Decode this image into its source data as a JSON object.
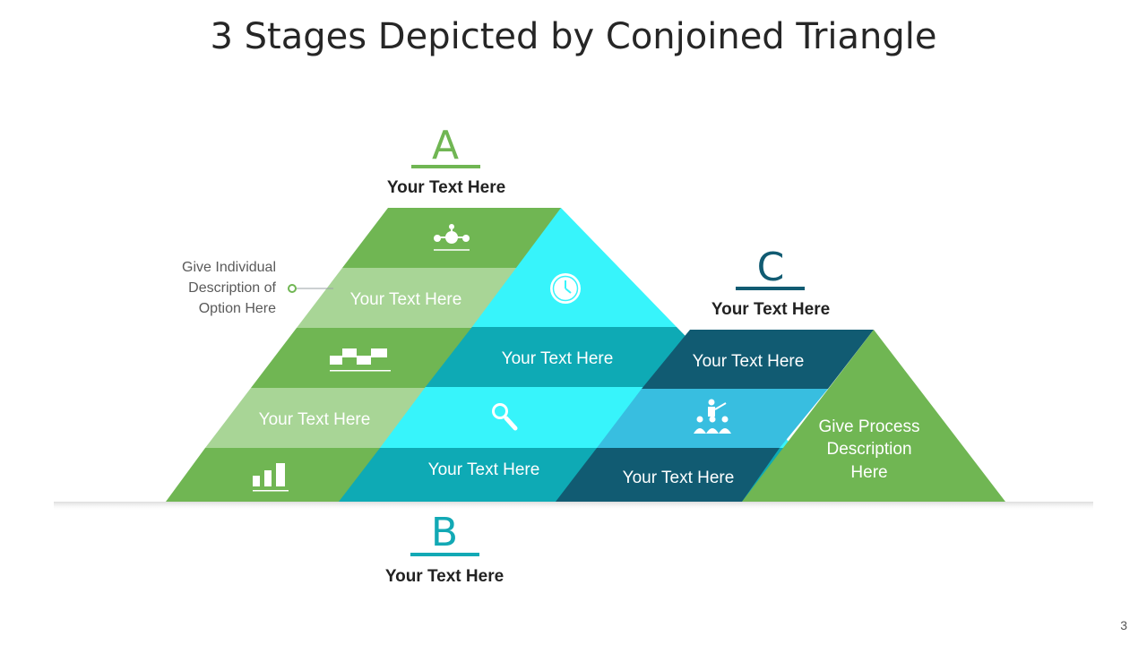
{
  "title": "3 Stages Depicted by Conjoined Triangle",
  "page_number": "3",
  "colors": {
    "green": "#70b653",
    "green_light": "#a8d596",
    "cyan": "#37f4fb",
    "teal": "#0eaab5",
    "navy": "#115b72",
    "sky": "#38bee0",
    "letter_a": "#70b653",
    "letter_b": "#12a9b5",
    "letter_c": "#115b72"
  },
  "sections": {
    "a": {
      "letter": "A",
      "label": "Your Text Here"
    },
    "b": {
      "letter": "B",
      "label": "Your Text Here"
    },
    "c": {
      "letter": "C",
      "label": "Your Text Here"
    }
  },
  "side_note": [
    "Give Individual",
    "Description of",
    "Option Here"
  ],
  "bands": {
    "a_row2": "Your Text Here",
    "a_row4": "Your Text Here",
    "b_row3": "Your Text Here",
    "b_row5": "Your Text Here",
    "c_row3": "Your Text Here",
    "c_row5": "Your Text Here"
  },
  "process_desc": [
    "Give Process",
    "Description",
    "Here"
  ],
  "icons": {
    "a_row1": "network-icon",
    "a_row3": "blocks-icon",
    "a_row5": "bar-chart-icon",
    "b_row2": "clock-icon",
    "b_row4": "magnifier-icon",
    "c_row4": "presentation-icon"
  }
}
